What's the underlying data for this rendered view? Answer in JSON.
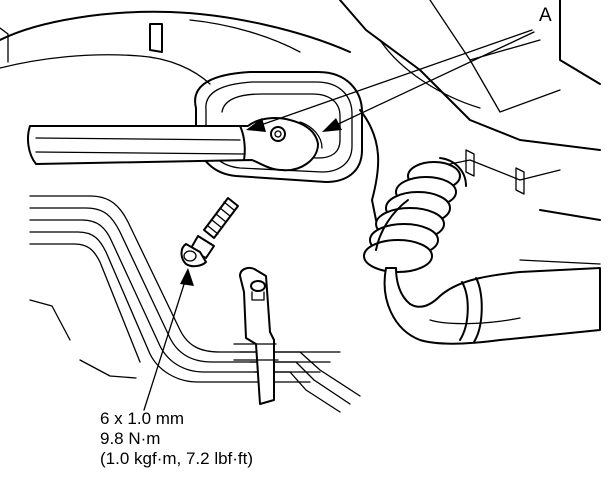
{
  "callouts": {
    "part_a": "A",
    "fastener_size": "6 x 1.0 mm",
    "torque_nm": "9.8 N·m",
    "torque_alt": "(1.0 kgf·m, 7.2 lbf·ft)"
  },
  "colors": {
    "line": "#000000",
    "background": "#ffffff"
  }
}
